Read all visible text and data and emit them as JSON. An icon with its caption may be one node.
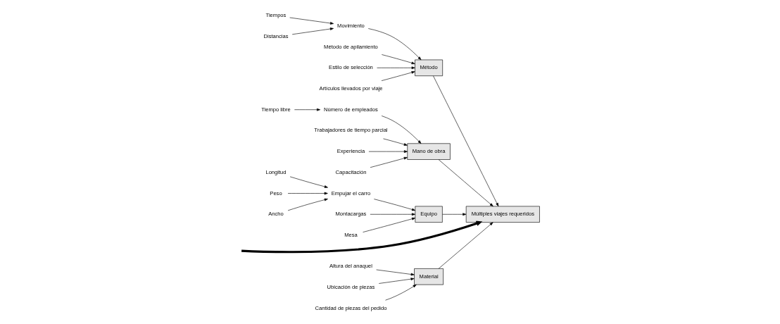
{
  "diagram": {
    "nodes": [
      {
        "text": [
          "Material"
        ]
      },
      {
        "text": [
          "Método"
        ]
      },
      {
        "text": [
          "Altura del anaquel"
        ]
      },
      {
        "text": [
          "Ubicación de piezas"
        ]
      },
      {
        "text": [
          "Cantidad de piezas del pedido"
        ]
      },
      {
        "text": [
          "Movimiento"
        ]
      },
      {
        "text": [
          "Tiempos"
        ]
      },
      {
        "text": [
          "Distancias"
        ]
      },
      {
        "text": [
          "Método de apilamiento"
        ]
      },
      {
        "text": [
          "Estilo de selección"
        ]
      },
      {
        "text": [
          "Artículos llevados por viaje"
        ]
      },
      {
        "text": [
          "Múltiples viajes requeridos"
        ]
      },
      {
        "text": [
          "Número de empleados"
        ]
      },
      {
        "text": [
          "Tiempo libre"
        ]
      },
      {
        "text": [
          "Trabajadores de tiempo parcial"
        ]
      },
      {
        "text": [
          "Experiencia"
        ]
      },
      {
        "text": [
          "Capacitación"
        ]
      },
      {
        "text": [
          "Empujar el carro"
        ]
      },
      {
        "text": [
          "Longitud"
        ]
      },
      {
        "text": [
          "Peso"
        ]
      },
      {
        "text": [
          "Ancho"
        ]
      },
      {
        "text": [
          "Montacargas"
        ]
      },
      {
        "text": [
          "Mesa"
        ]
      },
      {
        "text": [
          "Mano de obra"
        ]
      },
      {
        "text": [
          "Equipo"
        ]
      }
    ],
    "edges": [
      {
        "from": null,
        "to": 11,
        "arrow": "to",
        "style": "thick"
      },
      {
        "from": 0,
        "to": 11,
        "arrow": "to"
      },
      {
        "from": 1,
        "to": 11,
        "arrow": "to"
      },
      {
        "from": 23,
        "to": 11,
        "arrow": "to"
      },
      {
        "from": 24,
        "to": 11,
        "arrow": "to"
      },
      {
        "from": 2,
        "to": 0,
        "arrow": "to"
      },
      {
        "from": 3,
        "to": 0,
        "arrow": "to"
      },
      {
        "from": 4,
        "to": 0,
        "arrow": "to"
      },
      {
        "from": 5,
        "to": 1,
        "arrow": "to"
      },
      {
        "from": 6,
        "to": 5,
        "arrow": "to"
      },
      {
        "from": 7,
        "to": 5,
        "arrow": "to"
      },
      {
        "from": 8,
        "to": 1,
        "arrow": "to"
      },
      {
        "from": 9,
        "to": 1,
        "arrow": "to"
      },
      {
        "from": 10,
        "to": 1,
        "arrow": "to"
      },
      {
        "from": 12,
        "to": 23,
        "arrow": "to"
      },
      {
        "from": 13,
        "to": 12,
        "arrow": "to"
      },
      {
        "from": 14,
        "to": 23,
        "arrow": "to"
      },
      {
        "from": 15,
        "to": 23,
        "arrow": "to"
      },
      {
        "from": 16,
        "to": 23,
        "arrow": "to"
      },
      {
        "from": 17,
        "to": 24,
        "arrow": "to"
      },
      {
        "from": 18,
        "to": 17,
        "arrow": "to"
      },
      {
        "from": 19,
        "to": 17,
        "arrow": "to"
      },
      {
        "from": 20,
        "to": 17,
        "arrow": "to"
      },
      {
        "from": 21,
        "to": 24,
        "arrow": "to"
      },
      {
        "from": 22,
        "to": 24,
        "arrow": "to"
      }
    ]
  }
}
